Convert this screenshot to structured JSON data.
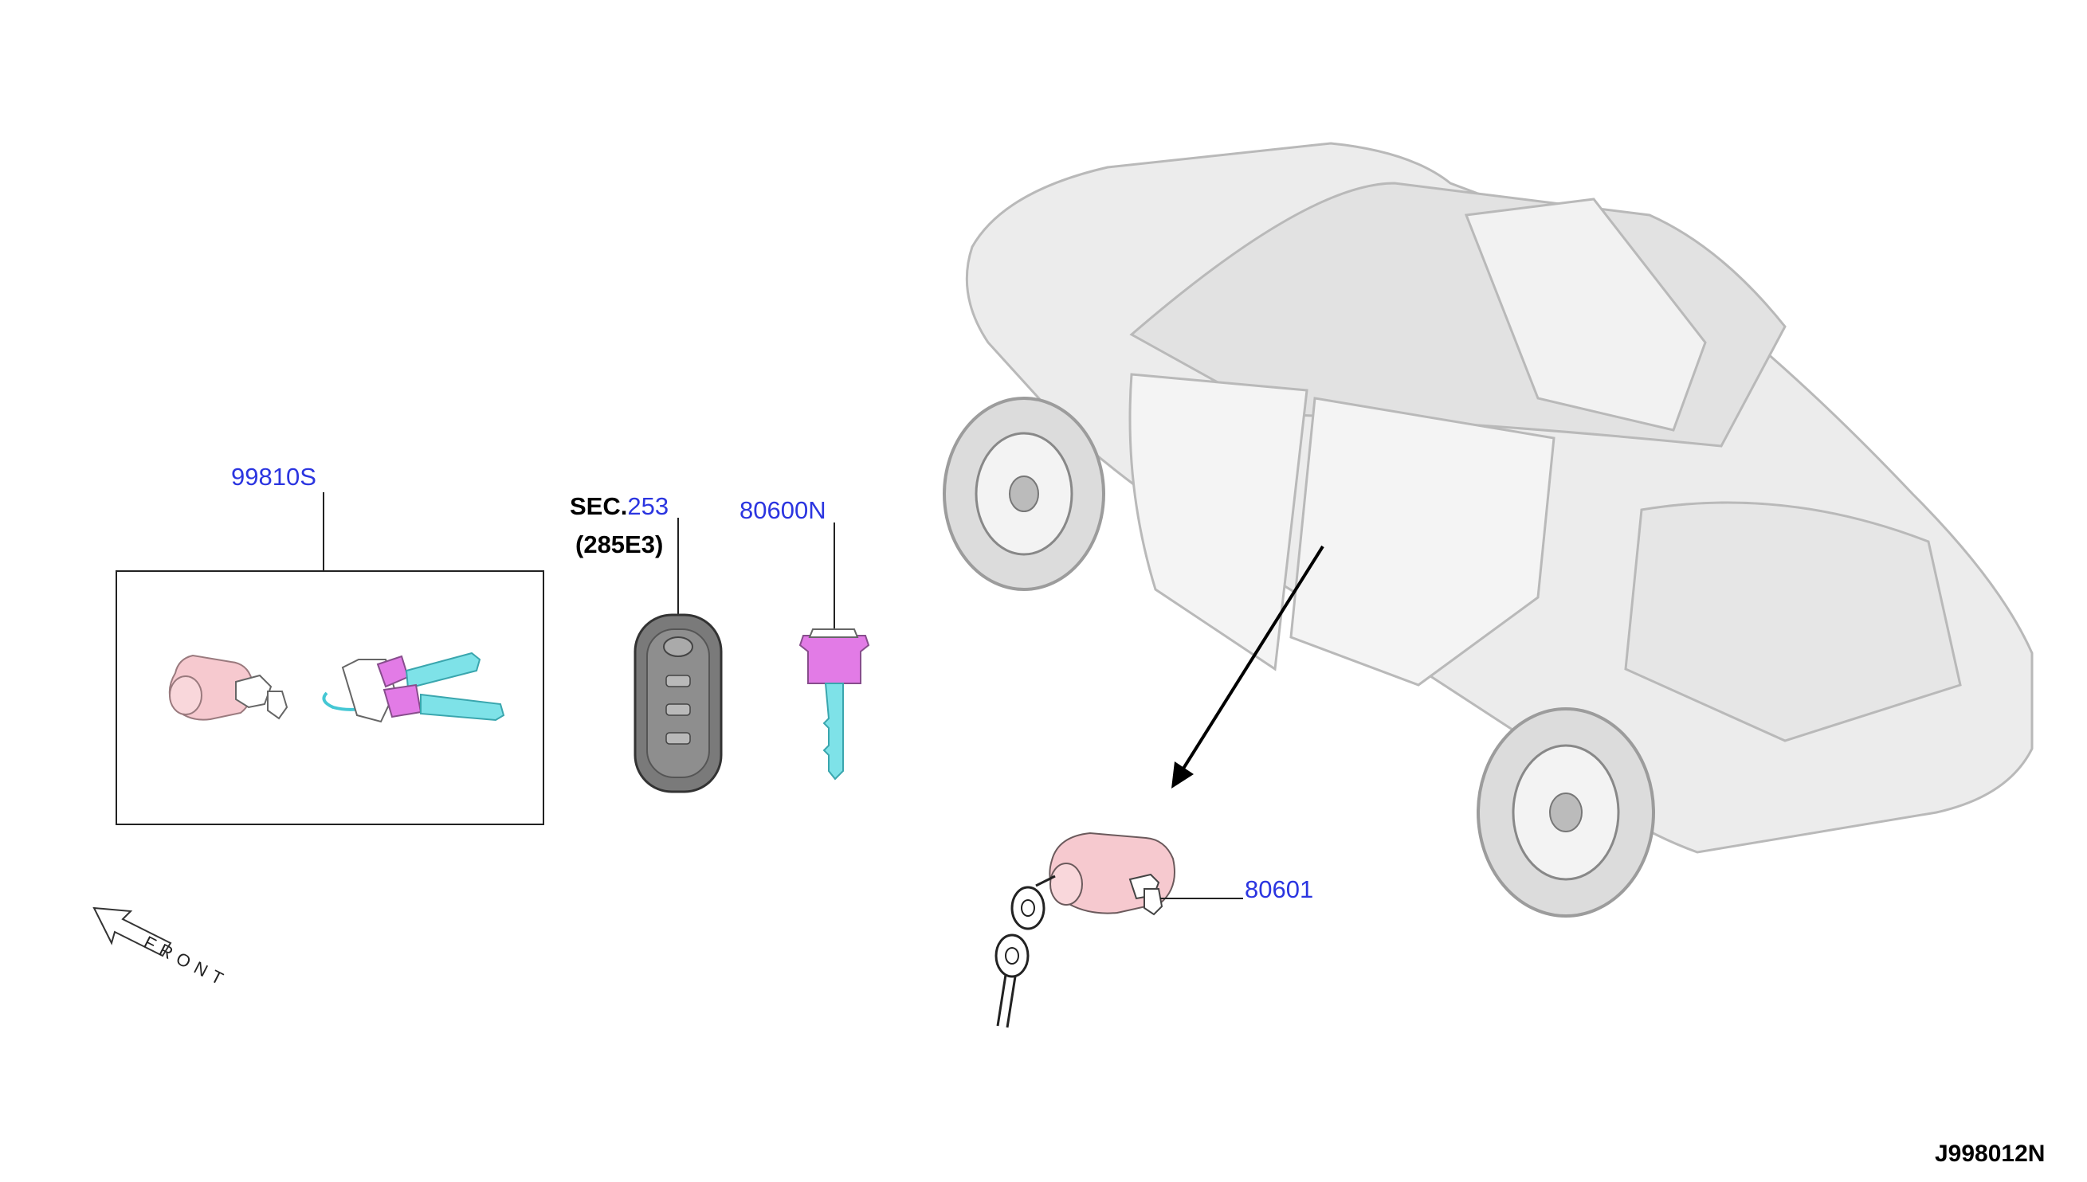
{
  "diagram": {
    "callouts": {
      "part_99810s": "99810S",
      "sec_prefix": "SEC.",
      "sec_number": "253",
      "sec_sub": "(285E3)",
      "part_80600n": "80600N",
      "part_80601": "80601"
    },
    "front_label": "FRONT",
    "drawing_id": "J998012N",
    "colors": {
      "callout_blue": "#2b35e0",
      "part_pink": "#f6c9cf",
      "part_magenta": "#e27be6",
      "key_cyan": "#7ee2e8",
      "fob_gray": "#7a7a7a",
      "vehicle_gray": "#d9d9d9"
    }
  }
}
